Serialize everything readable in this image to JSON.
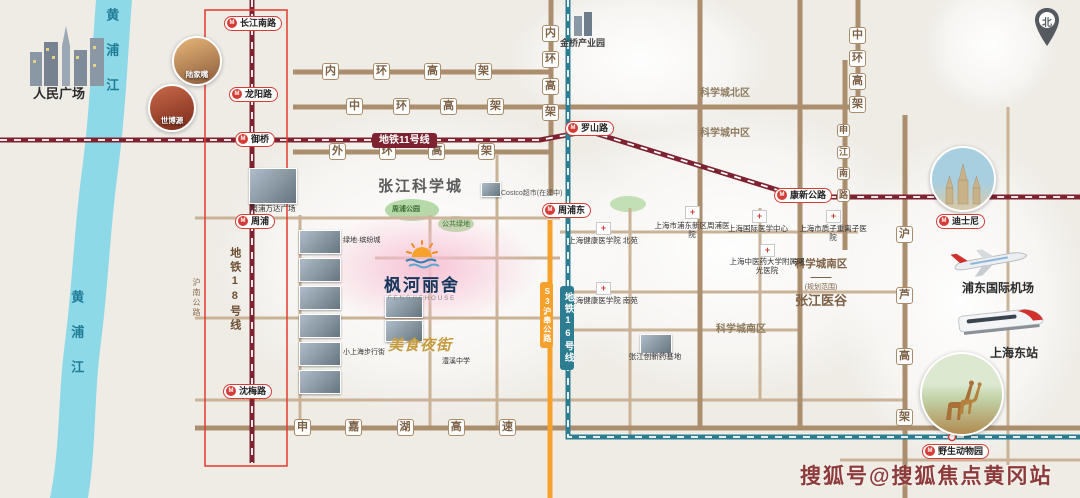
{
  "colors": {
    "line11": "#7d2230",
    "line16": "#2c7d92",
    "line18": "#7d2230",
    "s3_highway": "#f5a12c",
    "river": "#8ed9e8",
    "road": "#ab8e6e",
    "highlight_box": "#e23b2e",
    "station_red": "#d43c35",
    "property_glow": "#f6bfd2"
  },
  "compass": {
    "label": "北"
  },
  "watermark": "搜狐号@搜狐焦点黄冈站",
  "river": {
    "name": "黄浦江"
  },
  "landmarks": {
    "renmin_square": "人民广场",
    "lujiazui": "陆家嘴",
    "shibo": "世博源",
    "jinqiao_industrial_park": "金桥产业园",
    "costco": "Costco超市(在建中)",
    "zhoupu_wanda": "周浦万达广场",
    "disney": "迪士尼",
    "pudong_airport": "浦东国际机场",
    "shanghai_east_station": "上海东站",
    "wildlife_park": "野生动物园"
  },
  "metro": {
    "line11": {
      "label": "地铁11号线",
      "stations": {
        "luoshanlu": "罗山路",
        "kangxin_gonglu": "康新公路"
      }
    },
    "line16": {
      "label": "地铁16号线",
      "stations": {
        "zhoupudong": "周浦东"
      }
    },
    "line18": {
      "label": "地铁18号线",
      "stations": {
        "changjiang_nanlu": "长江南路",
        "longyang_lu": "龙阳路",
        "yuqiao": "御桥",
        "zhoupu": "周浦",
        "shenmei_lu": "沈梅路"
      }
    }
  },
  "roads": {
    "inner_ring_h": "内环高架",
    "middle_ring_h": "中环高架",
    "outer_ring_h": "外环高架",
    "shenjiahu_expwy": "申嘉湖高速",
    "inner_ring_v": "内环高架",
    "middle_ring_v": "中环高架",
    "shenjiang_nanlu": "申江南路",
    "hulu_elevated": "沪芦高架",
    "hunan_gonglu": "沪南公路",
    "s3": "S3沪奉公路"
  },
  "areas": {
    "zhangjiang_science_city": "张江科学城",
    "science_city_north": "科学城北区",
    "science_city_mid": "科学城中区",
    "science_city_south": "科学城南区",
    "planning_line1": "科学城南区——",
    "planning_line2": "(规划范围)",
    "planning_line3": "张江医谷"
  },
  "pois": {
    "lvdi_binfencheng": "绿地·缤纷城",
    "xiao_shanghai": "小上海步行街",
    "zhoupu_park": "周浦公园",
    "public_green": "公共绿地",
    "lixi_school": "澧溪中学",
    "health_college_north": "上海健康医学院 北苑",
    "health_college_south": "上海健康医学院 南苑",
    "zhoupu_hospital": "上海市浦东新区周浦医院",
    "intl_medical_center": "上海国际医学中心",
    "proton_heavy_ion_hospital": "上海市质子重离子医院",
    "shuguang_hospital": "上海中医药大学附属曙光医院",
    "pharma_base": "张江创新药基地",
    "food_night_street": "美食夜街"
  },
  "property": {
    "name": "枫河丽舍",
    "name_en": "FENGHEHOUSE"
  }
}
